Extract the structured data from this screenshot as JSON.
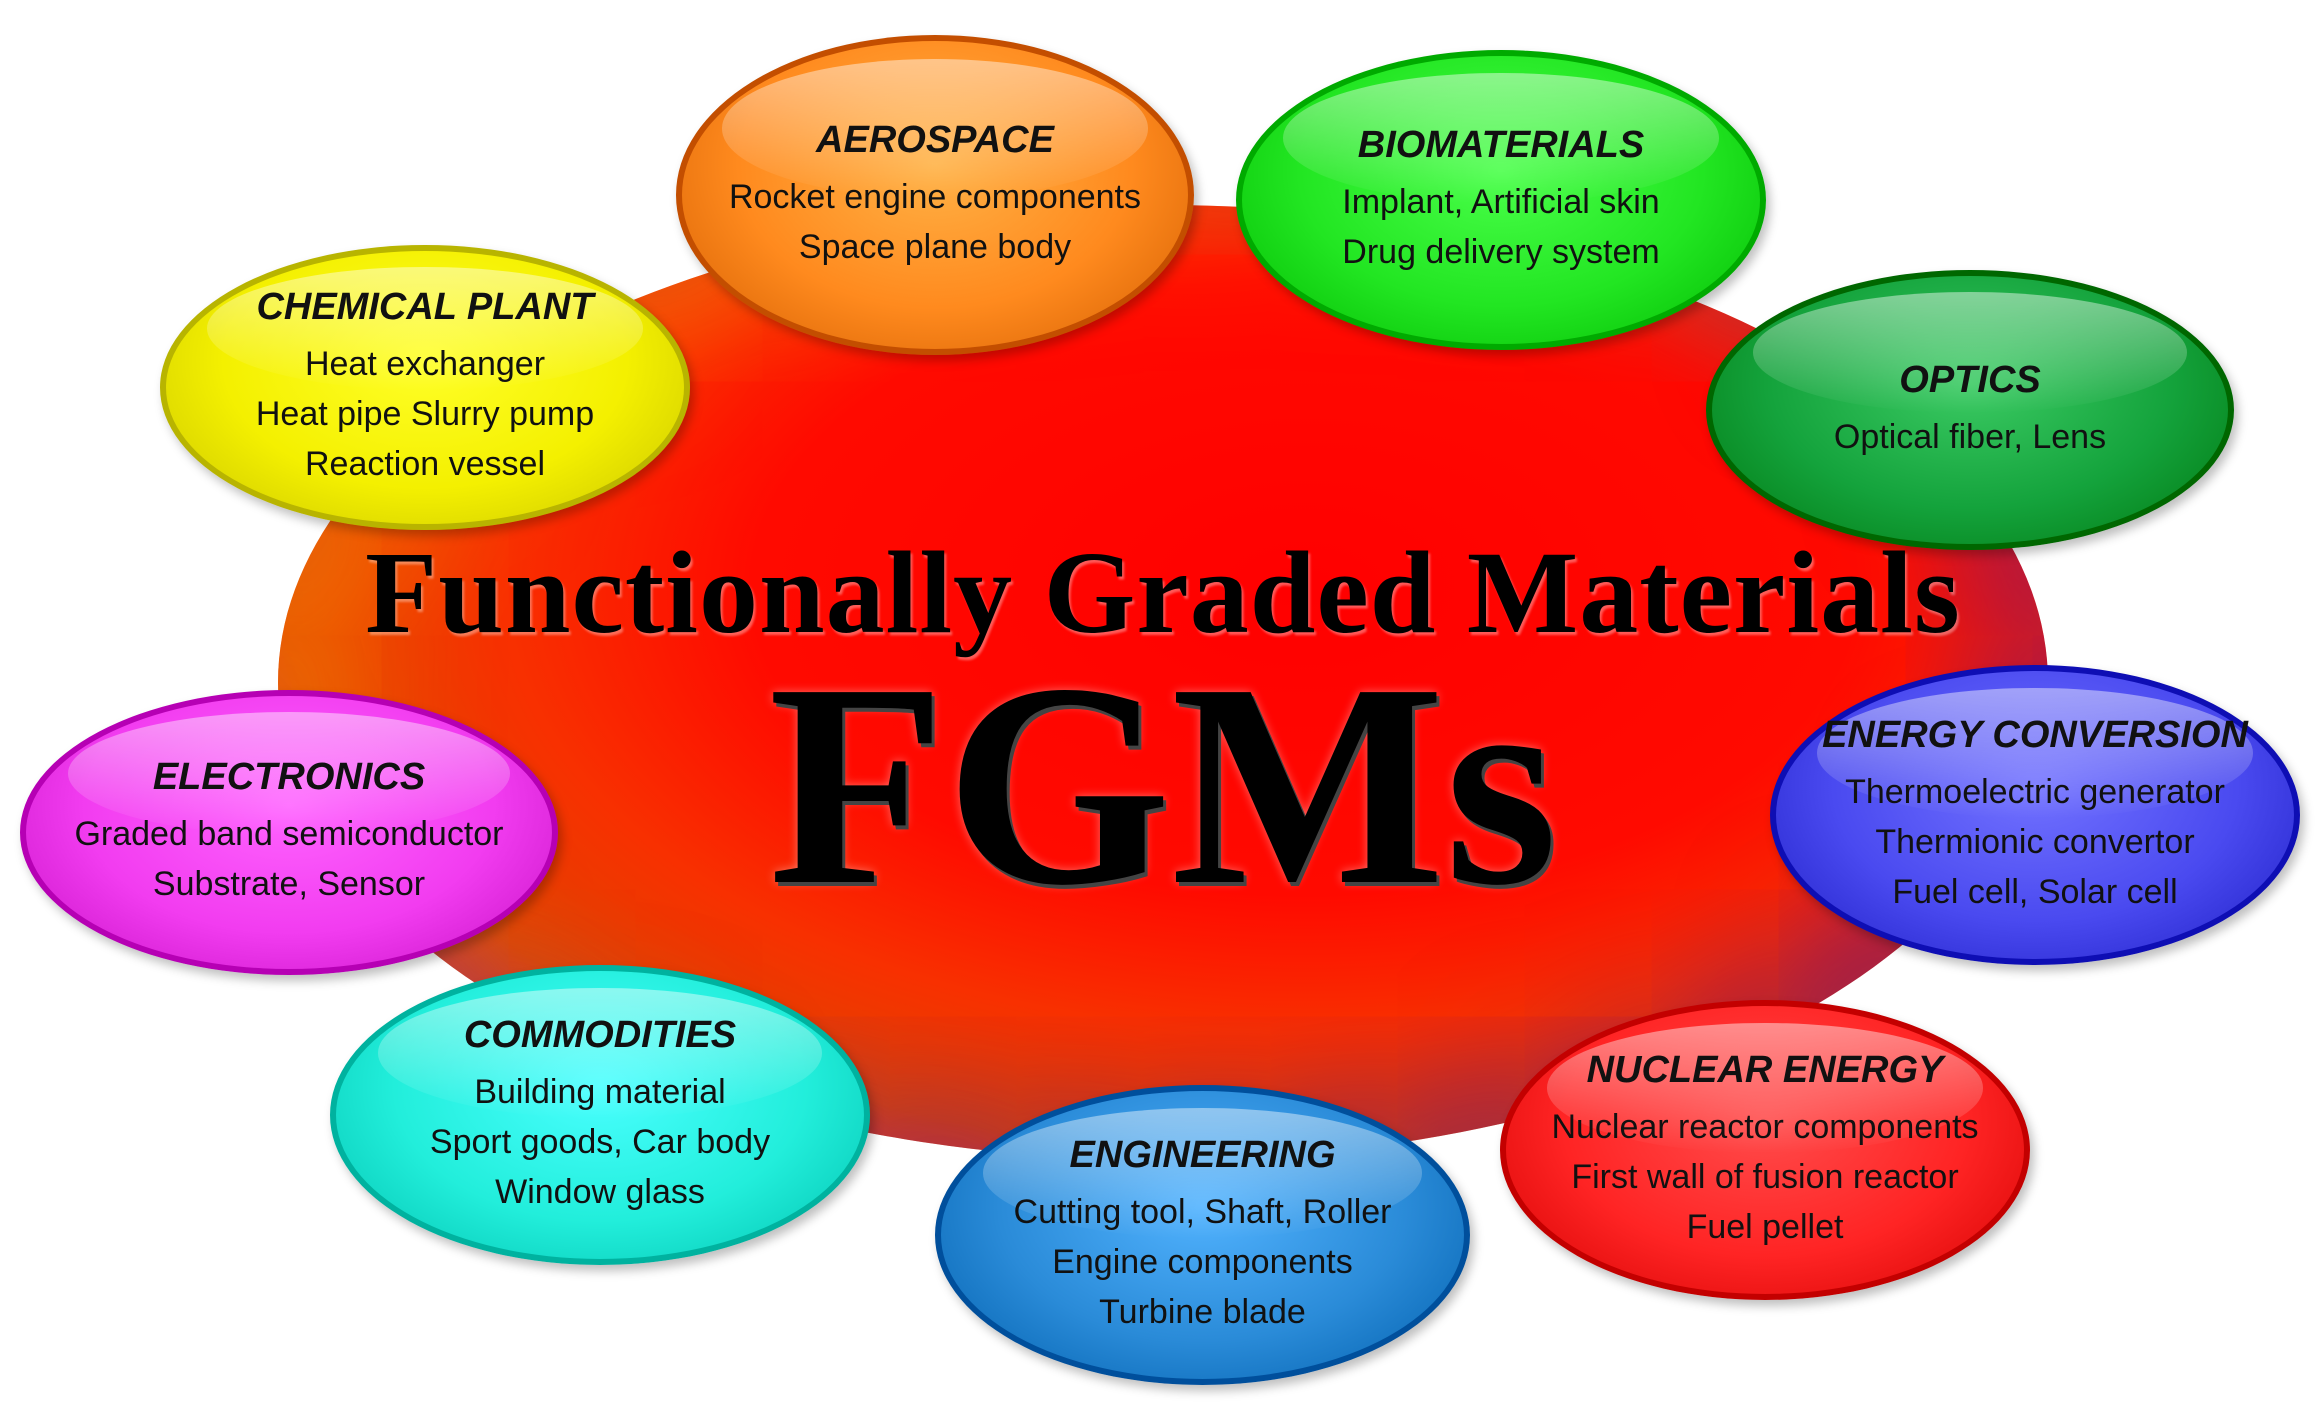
{
  "title": "Functionally Graded Materials",
  "abbreviation": "FGMs",
  "bubbles": [
    {
      "key": "aerospace",
      "title": "AEROSPACE",
      "lines": [
        "Rocket engine components",
        "Space plane body"
      ],
      "color": "#ff8a1e"
    },
    {
      "key": "biomaterials",
      "title": "BIOMATERIALS",
      "lines": [
        "Implant, Artificial skin",
        "Drug delivery system"
      ],
      "color": "#22e622"
    },
    {
      "key": "chemical-plant",
      "title": "CHEMICAL PLANT",
      "lines": [
        "Heat exchanger",
        "Heat pipe Slurry pump",
        "Reaction vessel"
      ],
      "color": "#f4f000"
    },
    {
      "key": "optics",
      "title": "OPTICS",
      "lines": [
        "Optical fiber, Lens"
      ],
      "color": "#14a33c"
    },
    {
      "key": "electronics",
      "title": "ELECTRONICS",
      "lines": [
        "Graded band semiconductor",
        "Substrate, Sensor"
      ],
      "color": "#f23cf0"
    },
    {
      "key": "energy-conversion",
      "title": "ENERGY CONVERSION",
      "lines": [
        "Thermoelectric generator",
        "Thermionic convertor",
        "Fuel cell, Solar cell"
      ],
      "color": "#4a4af0"
    },
    {
      "key": "commodities",
      "title": "COMMODITIES",
      "lines": [
        "Building material",
        "Sport goods, Car body",
        "Window glass"
      ],
      "color": "#22eedb"
    },
    {
      "key": "engineering",
      "title": "ENGINEERING",
      "lines": [
        "Cutting tool, Shaft, Roller",
        "Engine components",
        "Turbine blade"
      ],
      "color": "#2a8bd8"
    },
    {
      "key": "nuclear-energy",
      "title": "NUCLEAR ENERGY",
      "lines": [
        "Nuclear reactor components",
        "First wall of fusion reactor",
        "Fuel pellet"
      ],
      "color": "#ff2424"
    }
  ]
}
